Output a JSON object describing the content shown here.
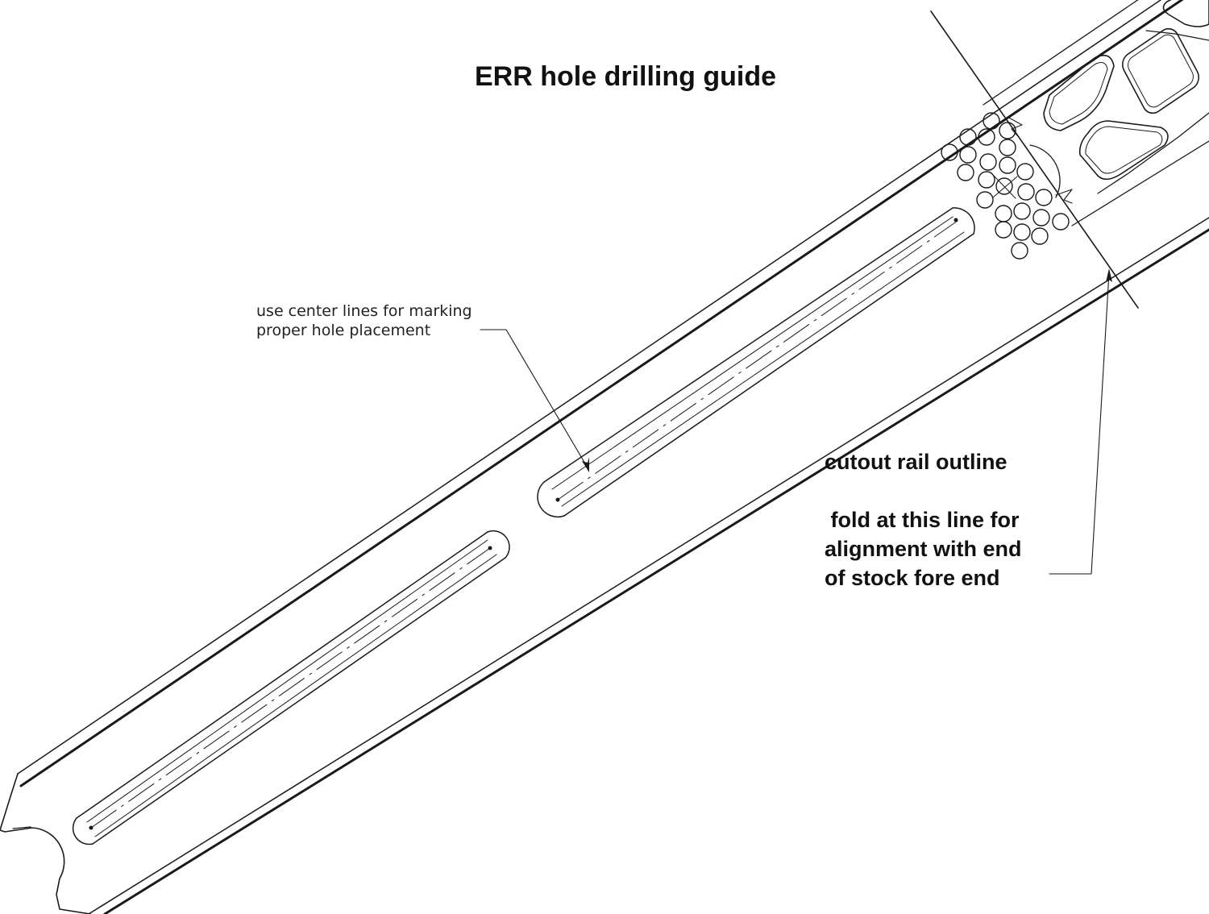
{
  "title": "ERR hole drilling guide",
  "annotations": {
    "center_lines_note": [
      "use center lines for marking",
      "proper hole placement"
    ],
    "cutout_label": "cutout rail outline",
    "fold_note": [
      " fold at this line for",
      "alignment with end",
      "of stock fore end"
    ]
  },
  "colors": {
    "line": "#1a1a1a",
    "background": "#ffffff"
  }
}
